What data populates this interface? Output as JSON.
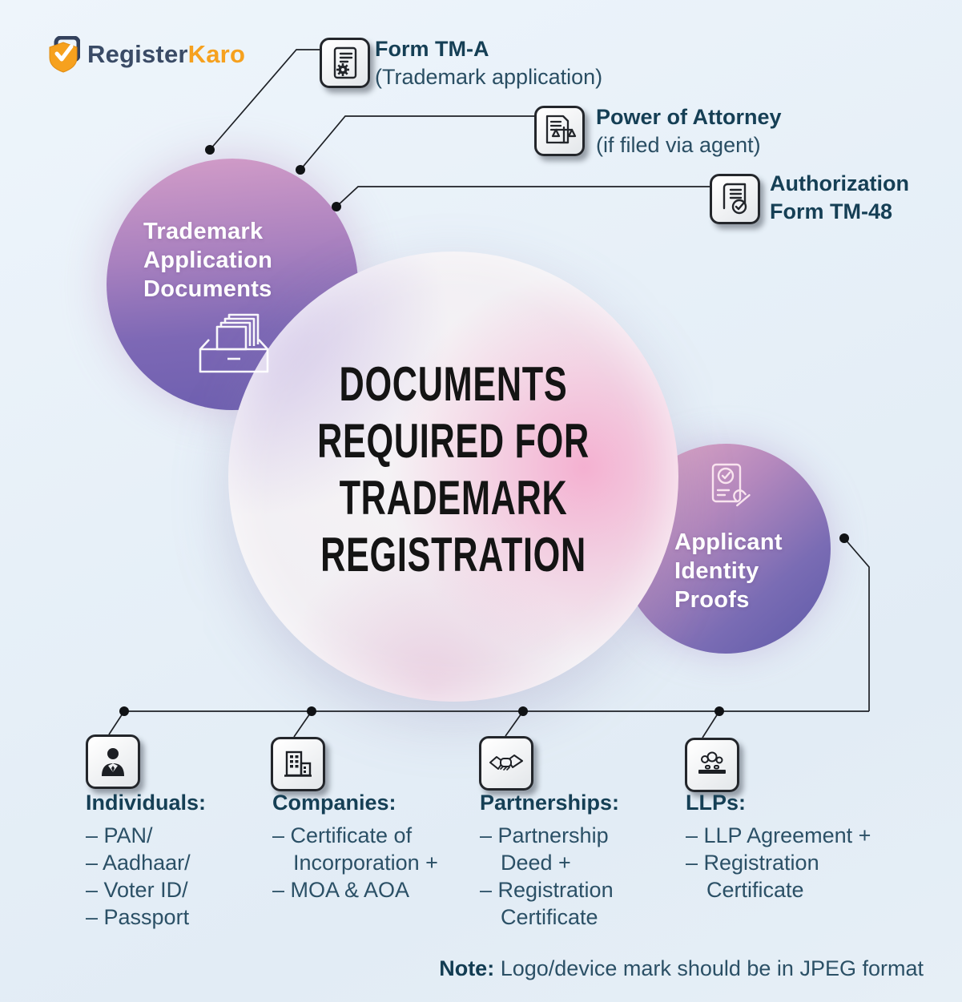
{
  "brand": {
    "register": "Register",
    "karo": "Karo",
    "logo_icon": "shield-check-icon"
  },
  "center": {
    "title": "DOCUMENTS\nREQUIRED FOR\nTRADEMARK\nREGISTRATION"
  },
  "bubbles": {
    "left": {
      "label": "Trademark\nApplication\nDocuments",
      "icon": "inbox-documents-icon"
    },
    "right": {
      "label": "Applicant\nIdentity\nProofs",
      "icon": "stamped-id-document-icon"
    }
  },
  "callouts": [
    {
      "icon": "document-gear-icon",
      "title": "Form TM-A",
      "subtitle": "(Trademark application)"
    },
    {
      "icon": "document-scales-icon",
      "title": "Power of Attorney",
      "subtitle": "(if filed via agent)"
    },
    {
      "icon": "document-check-icon",
      "title": "Authorization\nForm TM-48",
      "subtitle": ""
    }
  ],
  "categories": [
    {
      "icon": "person-icon",
      "title": "Individuals:",
      "items": [
        "– PAN/",
        "– Aadhaar/",
        "– Voter ID/",
        "– Passport"
      ]
    },
    {
      "icon": "building-icon",
      "title": "Companies:",
      "items": [
        "– Certificate of\nIncorporation +",
        "– MOA & AOA"
      ]
    },
    {
      "icon": "handshake-icon",
      "title": "Partnerships:",
      "items": [
        "– Partnership\nDeed +",
        "– Registration\nCertificate"
      ]
    },
    {
      "icon": "people-desk-icon",
      "title": "LLPs:",
      "items": [
        "– LLP Agreement +",
        "– Registration\nCertificate"
      ]
    }
  ],
  "note": {
    "label": "Note:",
    "text": "Logo/device mark should be in JPEG format"
  },
  "colors": {
    "background": "#e7f0f8",
    "heading_teal": "#153f55",
    "body_teal": "#2b5066",
    "title_black": "#141414",
    "circle_pink": "#cf9ac7",
    "circle_purple": "#5c59a8",
    "logo_navy": "#3a4b66",
    "logo_orange": "#f6a11e",
    "connector_black": "#1e2126"
  }
}
